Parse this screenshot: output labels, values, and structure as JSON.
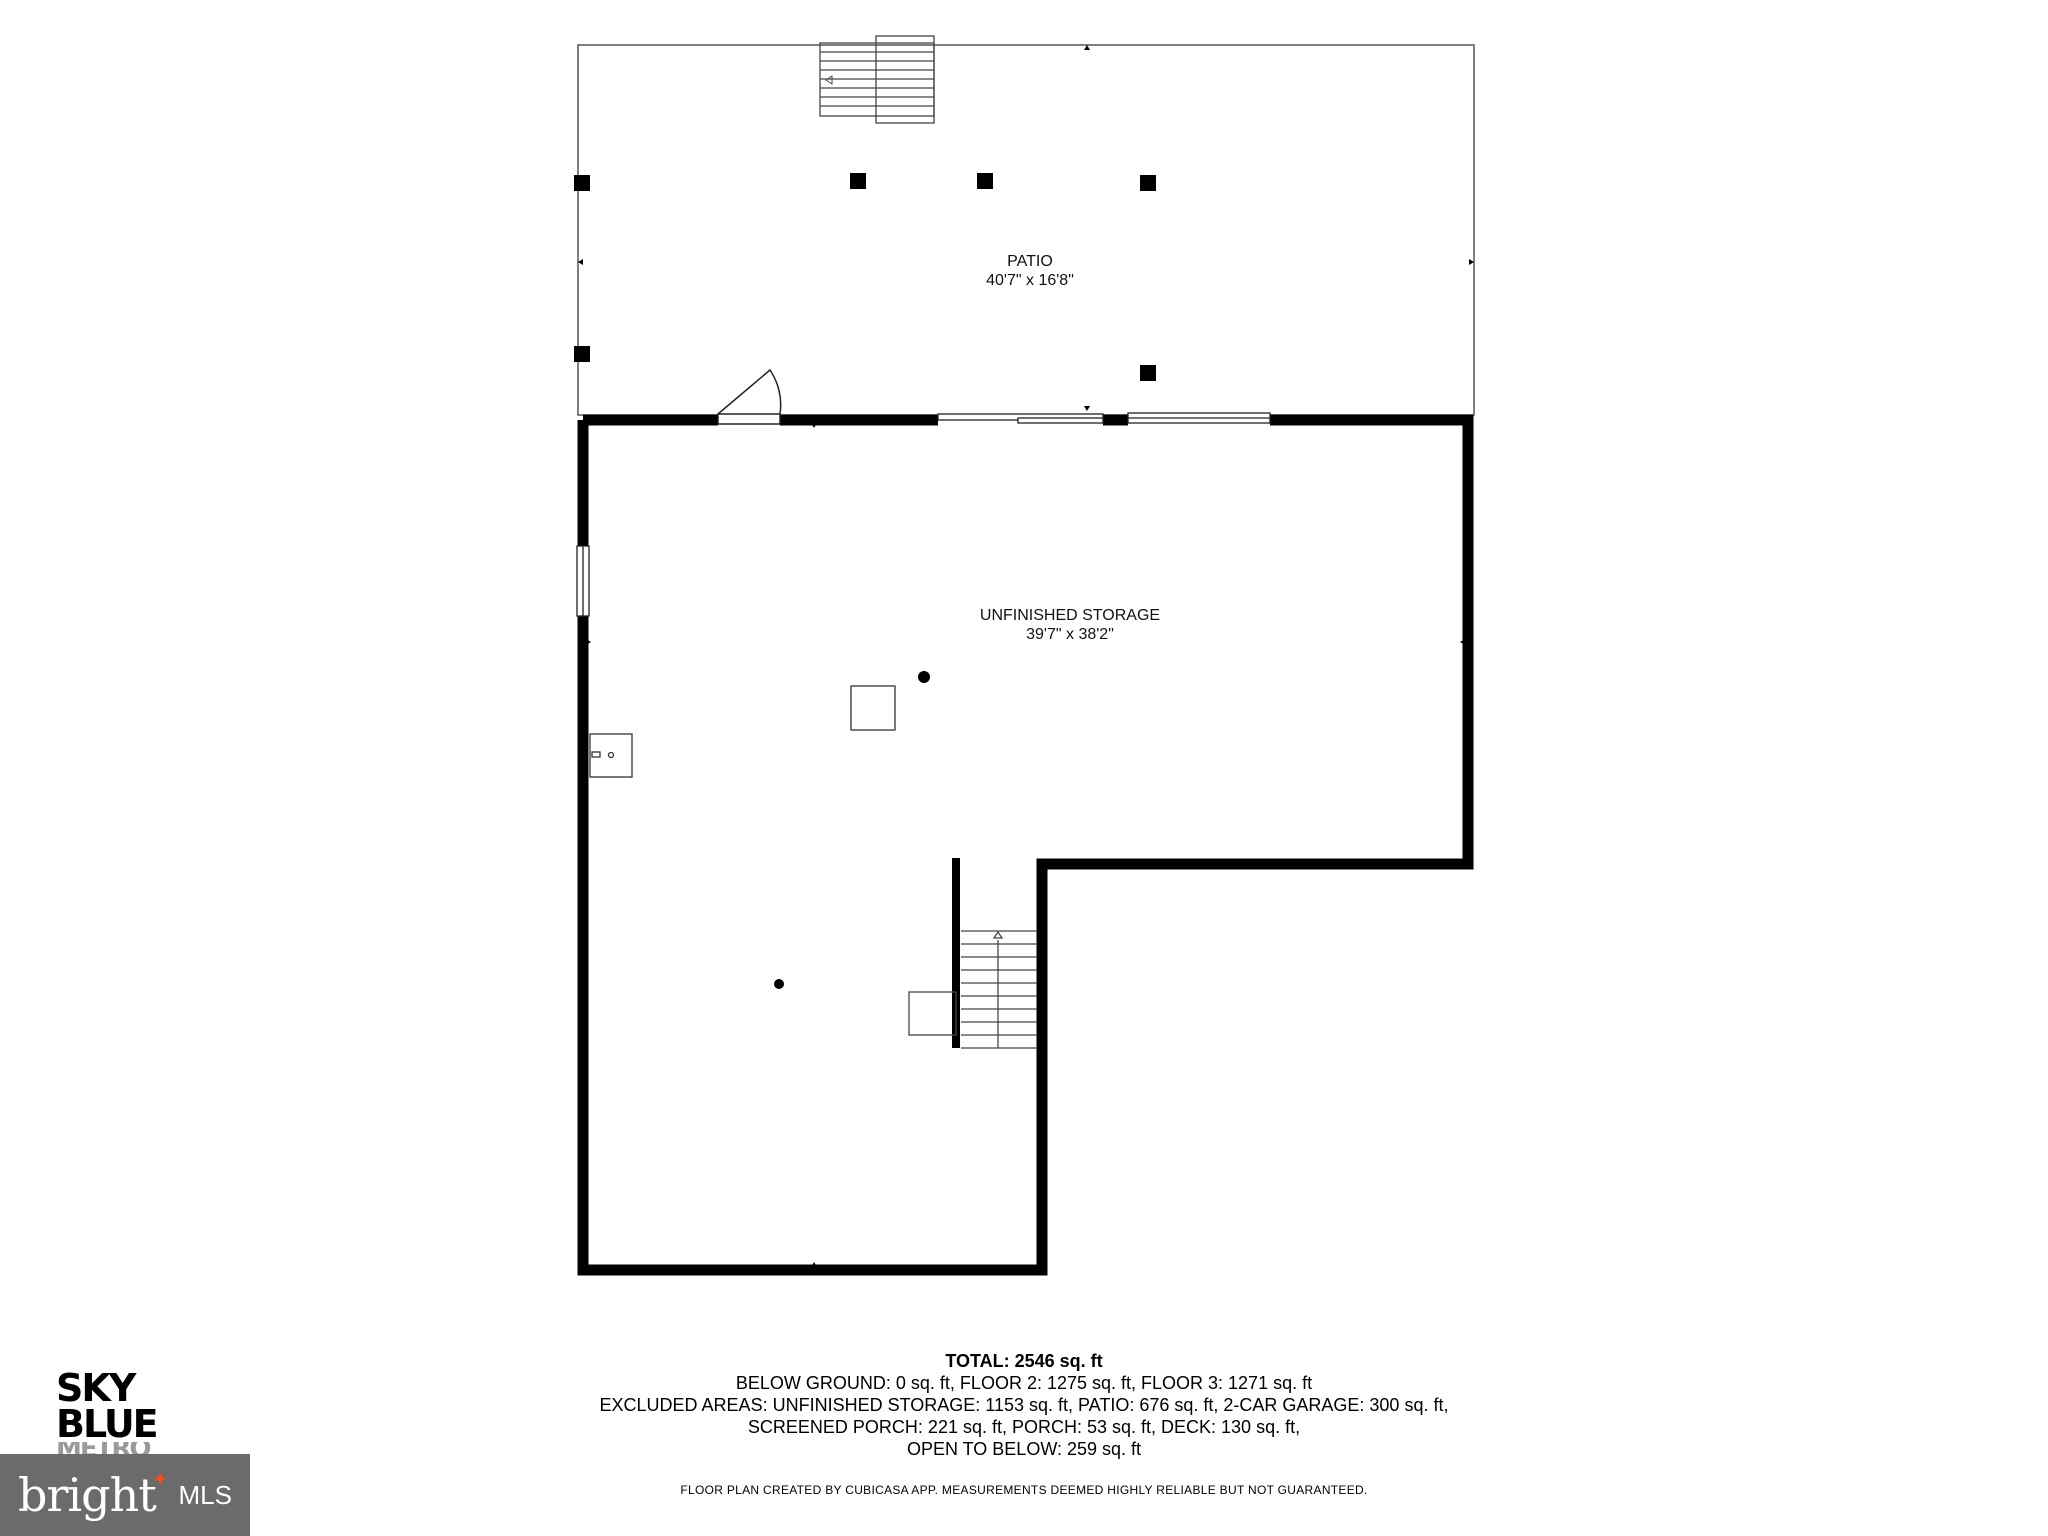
{
  "rooms": {
    "patio": {
      "name": "PATIO",
      "dims": "40'7\" x 16'8\""
    },
    "storage": {
      "name": "UNFINISHED STORAGE",
      "dims": "39'7\" x 38'2\""
    }
  },
  "summary": {
    "total": "TOTAL: 2546 sq. ft",
    "line1": "BELOW GROUND: 0 sq. ft, FLOOR 2: 1275 sq. ft, FLOOR 3: 1271 sq. ft",
    "line2": "EXCLUDED AREAS: UNFINISHED STORAGE: 1153 sq. ft, PATIO: 676 sq. ft, 2-CAR GARAGE: 300 sq. ft,",
    "line3": "SCREENED PORCH: 221 sq. ft, PORCH: 53 sq. ft, DECK: 130 sq. ft,",
    "line4": "OPEN TO BELOW: 259 sq. ft"
  },
  "footer_note": "FLOOR PLAN CREATED BY CUBICASA APP. MEASUREMENTS DEEMED HIGHLY RELIABLE BUT NOT GUARANTEED.",
  "logo": {
    "line1": "SKY",
    "line2": "BLUE",
    "line3": "METRO"
  },
  "mls": {
    "brand": "bright",
    "suffix": "MLS"
  },
  "colors": {
    "wall": "#000000",
    "mls_bg": "#6b6b6b",
    "mls_accent": "#f04e23"
  }
}
